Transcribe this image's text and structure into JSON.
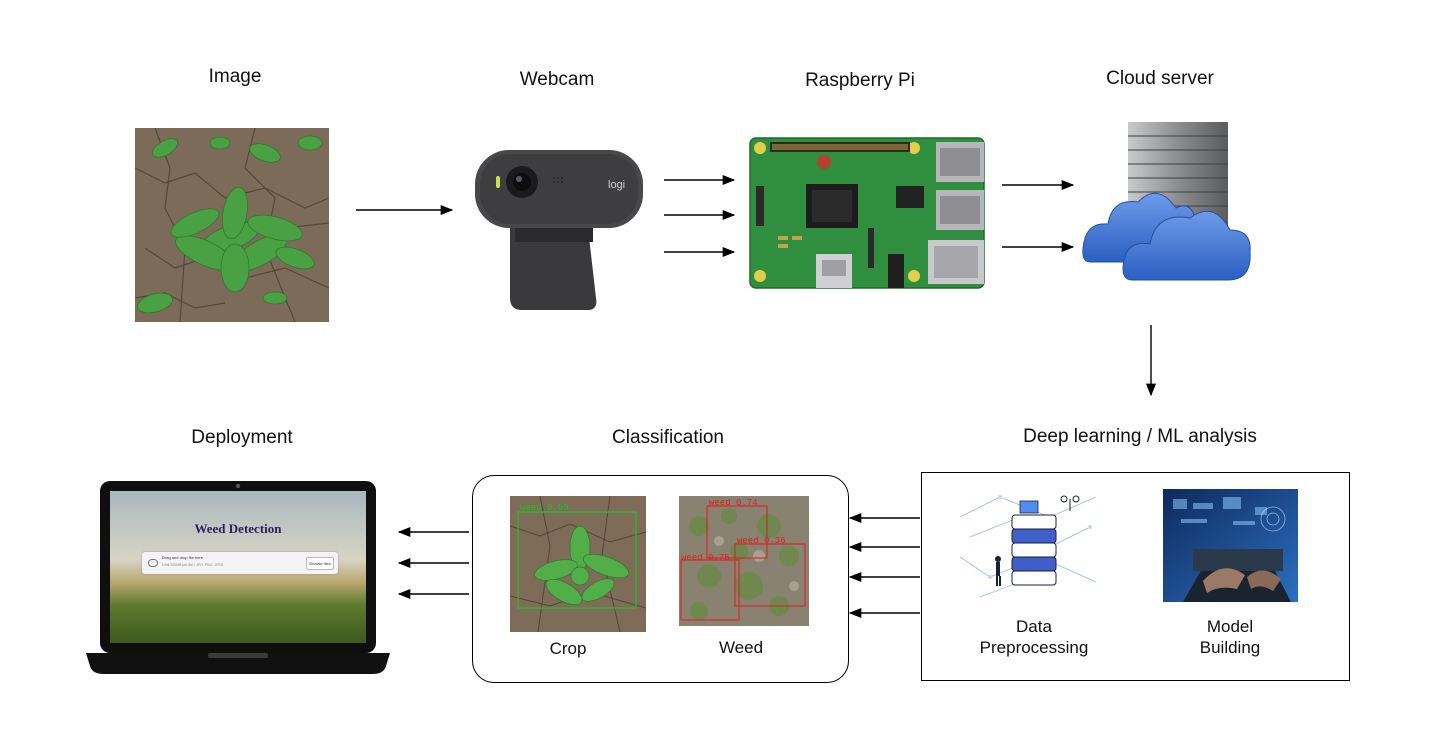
{
  "stages": {
    "image": "Image",
    "webcam": "Webcam",
    "raspberry_pi": "Raspberry Pi",
    "cloud_server": "Cloud server",
    "dl_analysis": "Deep learning / ML analysis",
    "classification": "Classification",
    "deployment": "Deployment"
  },
  "analysis": {
    "data_preprocessing": [
      "Data",
      "Preprocessing"
    ],
    "model_building": [
      "Model",
      "Building"
    ]
  },
  "classification": {
    "crop_label": "Crop",
    "weed_label": "Weed",
    "crop_detection": "weed 0.99",
    "weed_detections": [
      "weed 0.74",
      "weed 0.36",
      "weed 0.75"
    ]
  },
  "deployment_screen": {
    "title": "Weed Detection",
    "dropzone_text": "Drag and drop file here",
    "dropzone_hint": "Limit 200MB per file • JPG, PNG, JPEG",
    "browse_button": "Browse files"
  },
  "webcam_brand": "logi",
  "colors": {
    "arrow": "#000000",
    "crop_box": "#22c322",
    "weed_box": "#e02020",
    "cloud_blue": "#3f74d6"
  }
}
